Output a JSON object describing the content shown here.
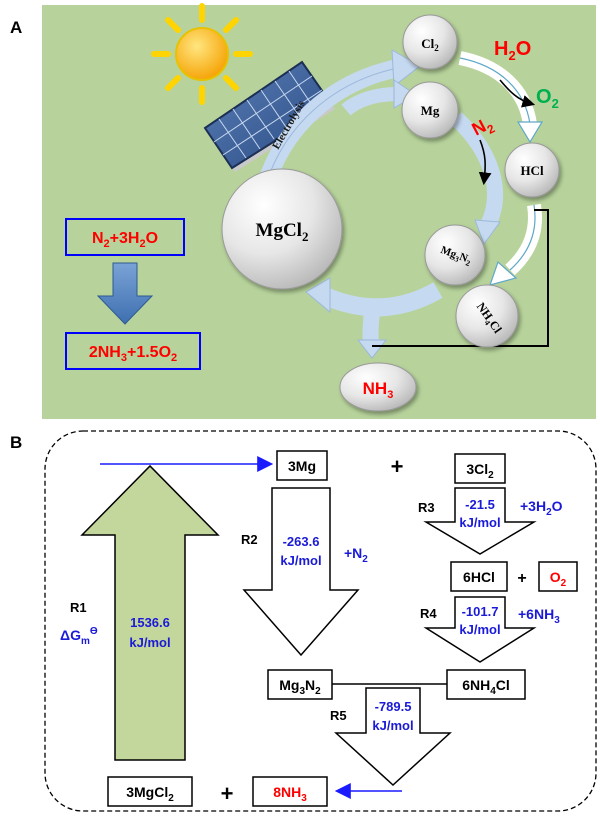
{
  "panel_a": {
    "label": "A",
    "electrolysis": "Electrolysis",
    "nodes": {
      "cl2": {
        "base": "Cl",
        "sub": "2"
      },
      "mg": "Mg",
      "hcl": "HCl",
      "mgcl2": {
        "base": "MgCl",
        "sub": "2"
      },
      "mg3n2": {
        "p1": "Mg",
        "s1": "3",
        "p2": "N",
        "s2": "2"
      },
      "nh4cl": {
        "p1": "NH",
        "s1": "4",
        "p2": "Cl"
      },
      "nh3": {
        "base": "NH",
        "sub": "3"
      }
    },
    "inputs": {
      "h2o": {
        "p1": "H",
        "s1": "2",
        "p2": "O"
      },
      "o2": {
        "base": "O",
        "sub": "2"
      },
      "n2": {
        "base": "N",
        "sub": "2"
      }
    },
    "overall": {
      "reactants": {
        "p1": "N",
        "s1": "2",
        "p2": "+3H",
        "s2": "2",
        "p3": "O"
      },
      "products": {
        "p1": "2NH",
        "s1": "3",
        "p2": "+1.5O",
        "s2": "2"
      }
    },
    "colors": {
      "bg": "#b7d39b",
      "red": "#ff0000",
      "green": "#00b050",
      "blue": "#1f1fbf",
      "circle": "#dcdcdc",
      "arrow": "#c5d9f1"
    }
  },
  "panel_b": {
    "label": "B",
    "boxes": {
      "mg3": "3Mg",
      "cl2x3": {
        "base": "3Cl",
        "sub": "2"
      },
      "hcl6": "6HCl",
      "o2": {
        "base": "O",
        "sub": "2"
      },
      "mg3n2": {
        "p1": "Mg",
        "s1": "3",
        "p2": "N",
        "s2": "2"
      },
      "nh4cl6": {
        "p1": "6NH",
        "s1": "4",
        "p2": "Cl"
      },
      "mgcl2x3": {
        "base": "3MgCl",
        "sub": "2"
      },
      "nh3x8": {
        "base": "8NH",
        "sub": "3"
      }
    },
    "plus": "+",
    "r1": {
      "label": "R1",
      "symbol": "ΔG",
      "sub": "m",
      "sup": "ϴ",
      "value": "1536.6",
      "unit": "kJ/mol"
    },
    "r2": {
      "label": "R2",
      "value": "-263.6",
      "unit": "kJ/mol",
      "reagent": {
        "base": "+N",
        "sub": "2"
      }
    },
    "r3": {
      "label": "R3",
      "value": "-21.5",
      "unit": "kJ/mol",
      "reagent": {
        "p1": "+3H",
        "s1": "2",
        "p2": "O"
      }
    },
    "r4": {
      "label": "R4",
      "value": "-101.7",
      "unit": "kJ/mol",
      "reagent": {
        "base": "+6NH",
        "sub": "3"
      }
    },
    "r5": {
      "label": "R5",
      "value": "-789.5",
      "unit": "kJ/mol"
    }
  }
}
